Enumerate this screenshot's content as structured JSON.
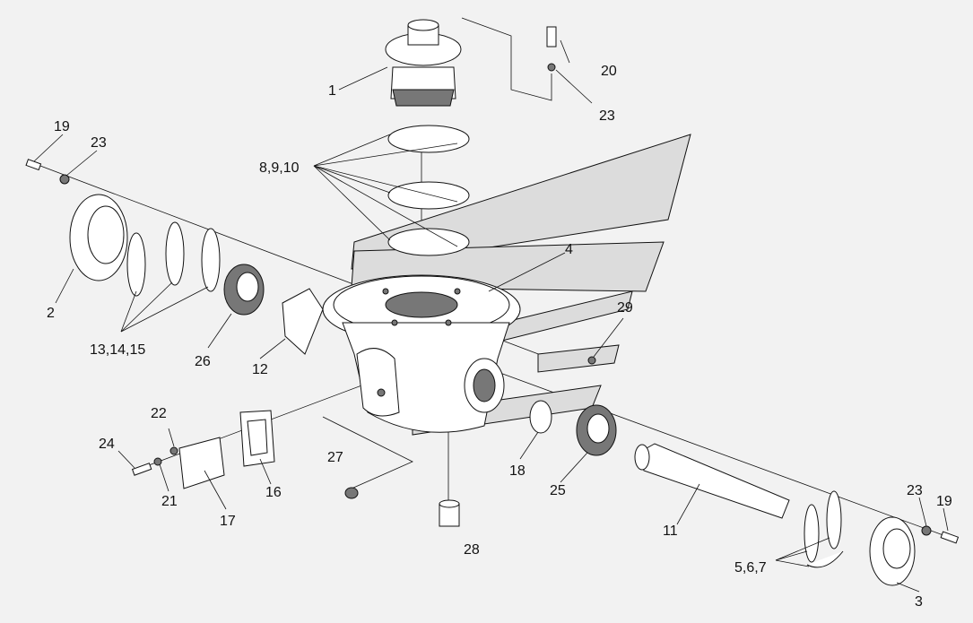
{
  "labels": {
    "l1": "1",
    "l2": "2",
    "l3": "3",
    "l4": "4",
    "l5": "5,6,7",
    "l8": "8,9,10",
    "l11": "11",
    "l12": "12",
    "l13": "13,14,15",
    "l16": "16",
    "l17": "17",
    "l18": "18",
    "l19a": "19",
    "l19b": "19",
    "l20": "20",
    "l21": "21",
    "l22": "22",
    "l23a": "23",
    "l23b": "23",
    "l23c": "23",
    "l24": "24",
    "l25": "25",
    "l26": "26",
    "l27": "27",
    "l28": "28",
    "l29": "29"
  },
  "colors": {
    "line": "#111111",
    "part_fill": "#ffffff",
    "shade": "#dcdcdc",
    "background": "#f2f2f2"
  }
}
